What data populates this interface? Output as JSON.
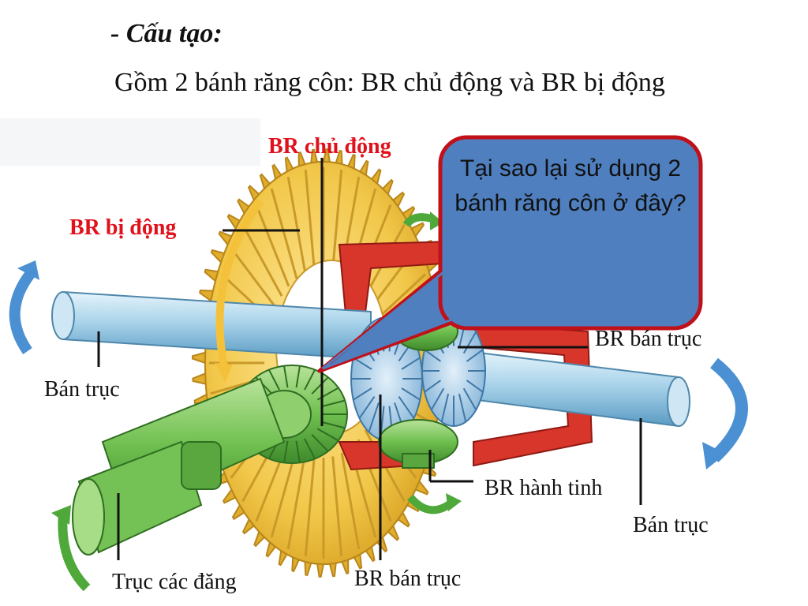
{
  "slide": {
    "heading": "- Cấu tạo:",
    "subtitle": "Gồm 2 bánh răng côn: BR chủ động và BR bị động"
  },
  "labels": {
    "br_chu_dong": "BR chủ động",
    "br_bi_dong": "BR bị động",
    "ban_truc_left": "Bán trục",
    "ban_truc_right": "Bán trục",
    "br_ban_truc_right": "BR bán trục",
    "br_ban_truc_bottom": "BR bán trục",
    "br_hanh_tinh": "BR hành tinh",
    "truc_cac_dang": "Trục các đăng"
  },
  "callout": {
    "question": "Tại sao lại sử dụng 2 bánh răng côn ở đây?"
  },
  "colors": {
    "accent_red": "#e0111b",
    "bubble_fill": "#4f7fbf",
    "bubble_border": "#c0101a",
    "gear_yellow": "#f2c84a",
    "gear_green": "#6fbf4f",
    "shaft_blue": "#a9d3ea",
    "housing_red": "#d9362b",
    "arrow_blue": "#4a90d2"
  }
}
